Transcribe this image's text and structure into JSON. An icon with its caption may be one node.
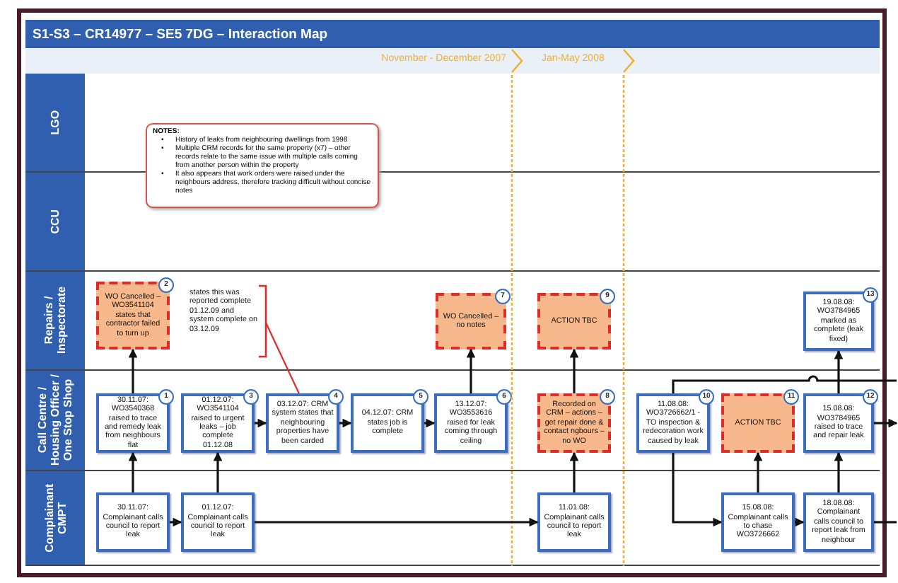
{
  "diagram": {
    "title": "S1-S3 – CR14977 – SE5 7DG – Interaction Map",
    "nodes": [
      {
        "text": [
          "LGO"
        ]
      },
      {
        "text": [
          "CCU"
        ]
      },
      {
        "text": [
          "Repairs / Inspectorate"
        ]
      },
      {
        "text": [
          "Call Centre / Housing Officer / One Stop Shop"
        ]
      },
      {
        "text": [
          "Complainant CMPT"
        ]
      },
      {
        "text": [
          "NOTES:",
          "•",
          "History of leaks from neighbouring dwellings from 1998",
          "•",
          "Multiple CRM records for the same property (x7) – other records relate to the same issue with multiple calls coming from another person within the property",
          "•",
          "It also appears that work orders were raised under the neighbours address, therefore tracking difficult without concise notes"
        ]
      },
      {
        "text": [
          "2",
          "WO Cancelled – WO3541104 states that contractor failed to turn up"
        ],
        "in": 2
      },
      {
        "text": [
          "states this was reported complete 01.12.09 and system complete on 03.12.09"
        ],
        "in": 2
      },
      {
        "text": [
          "7",
          "WO Cancelled – no notes"
        ],
        "in": 2
      },
      {
        "text": [
          "9",
          "ACTION TBC"
        ],
        "in": 2
      },
      {
        "text": [
          "13",
          "19.08.08: WO3784965 marked as complete (leak fixed)"
        ],
        "in": 2
      },
      {
        "text": [
          "1",
          "30.11.07: WO3540368 raised to trace and remedy leak from neighbours flat"
        ],
        "in": 3
      },
      {
        "text": [
          "3",
          "01.12.07: WO3541104 raised to urgent leaks – job complete 01.12.08"
        ],
        "in": 3
      },
      {
        "text": [
          "4",
          "03.12.07: CRM system states that neighbouring properties have been carded"
        ],
        "in": 3
      },
      {
        "text": [
          "5",
          "04.12.07: CRM states job is complete"
        ],
        "in": 3
      },
      {
        "text": [
          "6",
          "13.12.07: WO3553616 raised for leak coming through ceiling"
        ],
        "in": 3
      },
      {
        "text": [
          "8",
          "Recorded on CRM – actions – get repair done & contact ngbours – no WO"
        ],
        "in": 3
      },
      {
        "text": [
          "10",
          "11.08.08: WO3726662/1 - TO inspection & redecoration work caused by leak"
        ],
        "in": 3
      },
      {
        "text": [
          "11",
          "ACTION TBC"
        ],
        "in": 3
      },
      {
        "text": [
          "12",
          "15.08.08: WO3784965 raised to trace and repair leak"
        ],
        "in": 3
      },
      {
        "text": [
          "30.11.07: Complainant calls council to report leak"
        ],
        "in": 4
      },
      {
        "text": [
          "01.12.07: Complainant calls council to report leak"
        ],
        "in": 4
      },
      {
        "text": [
          "11.01.08: Complainant calls council to report leak"
        ],
        "in": 4
      },
      {
        "text": [
          "15.08.08: Complainant calls to chase WO3726662"
        ],
        "in": 4
      },
      {
        "text": [
          "18.08.08: Complainant calls council to report leak from neighbour"
        ],
        "in": 4
      }
    ],
    "edges": [
      {
        "from": 11,
        "to": 6,
        "arrow": "to"
      },
      {
        "from": 20,
        "to": 11,
        "arrow": "to"
      },
      {
        "from": 21,
        "to": 12,
        "arrow": "to"
      },
      {
        "from": 20,
        "to": 21,
        "arrow": "to"
      },
      {
        "from": 12,
        "to": 13,
        "arrow": "to"
      },
      {
        "from": 13,
        "to": 14,
        "arrow": "to"
      },
      {
        "from": 14,
        "to": 15,
        "arrow": "to"
      },
      {
        "from": 15,
        "to": 8,
        "arrow": "to"
      },
      {
        "from": 21,
        "to": 22,
        "arrow": "to"
      },
      {
        "from": 22,
        "to": 16,
        "arrow": "to"
      },
      {
        "from": 16,
        "to": 9,
        "arrow": "to"
      },
      {
        "from": 17,
        "to": 23,
        "arrow": "to"
      },
      {
        "from": 23,
        "to": 18,
        "arrow": "to"
      },
      {
        "from": 23,
        "to": 24,
        "arrow": "to"
      },
      {
        "from": 24,
        "to": 19,
        "arrow": "to"
      },
      {
        "from": 19,
        "to": 10,
        "arrow": "to"
      },
      {
        "from": 19,
        "to": null,
        "arrow": "to"
      },
      {
        "from": 24,
        "to": null,
        "arrow": "none"
      },
      {
        "from": 17,
        "to": null,
        "arrow": "none"
      },
      {
        "from": 7,
        "to": 13,
        "arrow": "none",
        "color": "#e02b2b"
      }
    ],
    "labels": [
      "November - December 2007",
      "Jan-May 2008"
    ]
  }
}
